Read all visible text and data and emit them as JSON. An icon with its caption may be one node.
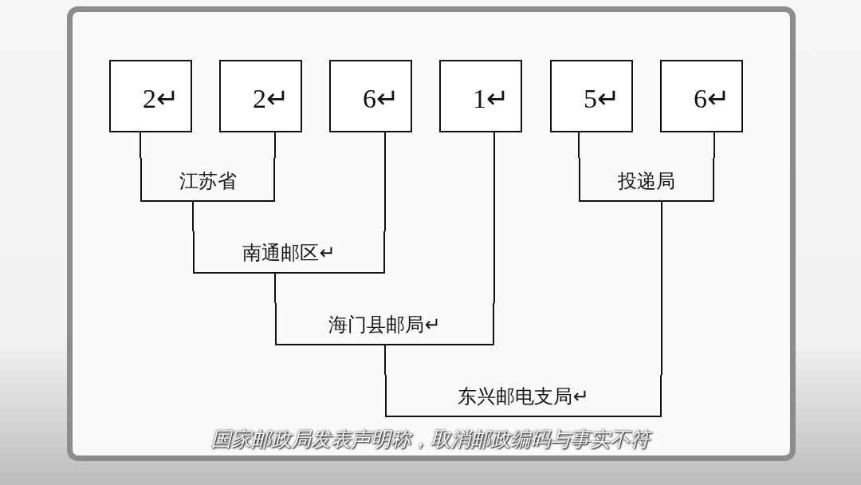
{
  "diagram": {
    "caption": "国家邮政局发表声明称，取消邮政编码与事实不符",
    "nodes": [
      {
        "text": [
          "2↵"
        ]
      },
      {
        "text": [
          "2↵"
        ]
      },
      {
        "text": [
          "6↵"
        ]
      },
      {
        "text": [
          "1↵"
        ]
      },
      {
        "text": [
          "5↵"
        ]
      },
      {
        "text": [
          "6↵"
        ]
      },
      {
        "text": [
          "江苏省"
        ]
      },
      {
        "text": [
          "南通邮区↵"
        ]
      },
      {
        "text": [
          "海门县邮局↵"
        ]
      },
      {
        "text": [
          "投递局"
        ]
      },
      {
        "text": [
          "东兴邮电支局↵"
        ]
      }
    ],
    "edges": [
      {
        "from": 0,
        "to": 6,
        "arrow": "none"
      },
      {
        "from": 1,
        "to": 6,
        "arrow": "none"
      },
      {
        "from": 6,
        "to": 7,
        "arrow": "none"
      },
      {
        "from": 2,
        "to": 7,
        "arrow": "none"
      },
      {
        "from": 7,
        "to": 8,
        "arrow": "none"
      },
      {
        "from": 3,
        "to": 8,
        "arrow": "none"
      },
      {
        "from": 4,
        "to": 9,
        "arrow": "none"
      },
      {
        "from": 5,
        "to": 9,
        "arrow": "none"
      },
      {
        "from": 8,
        "to": 10,
        "arrow": "none"
      },
      {
        "from": 9,
        "to": 10,
        "arrow": "none"
      }
    ]
  }
}
